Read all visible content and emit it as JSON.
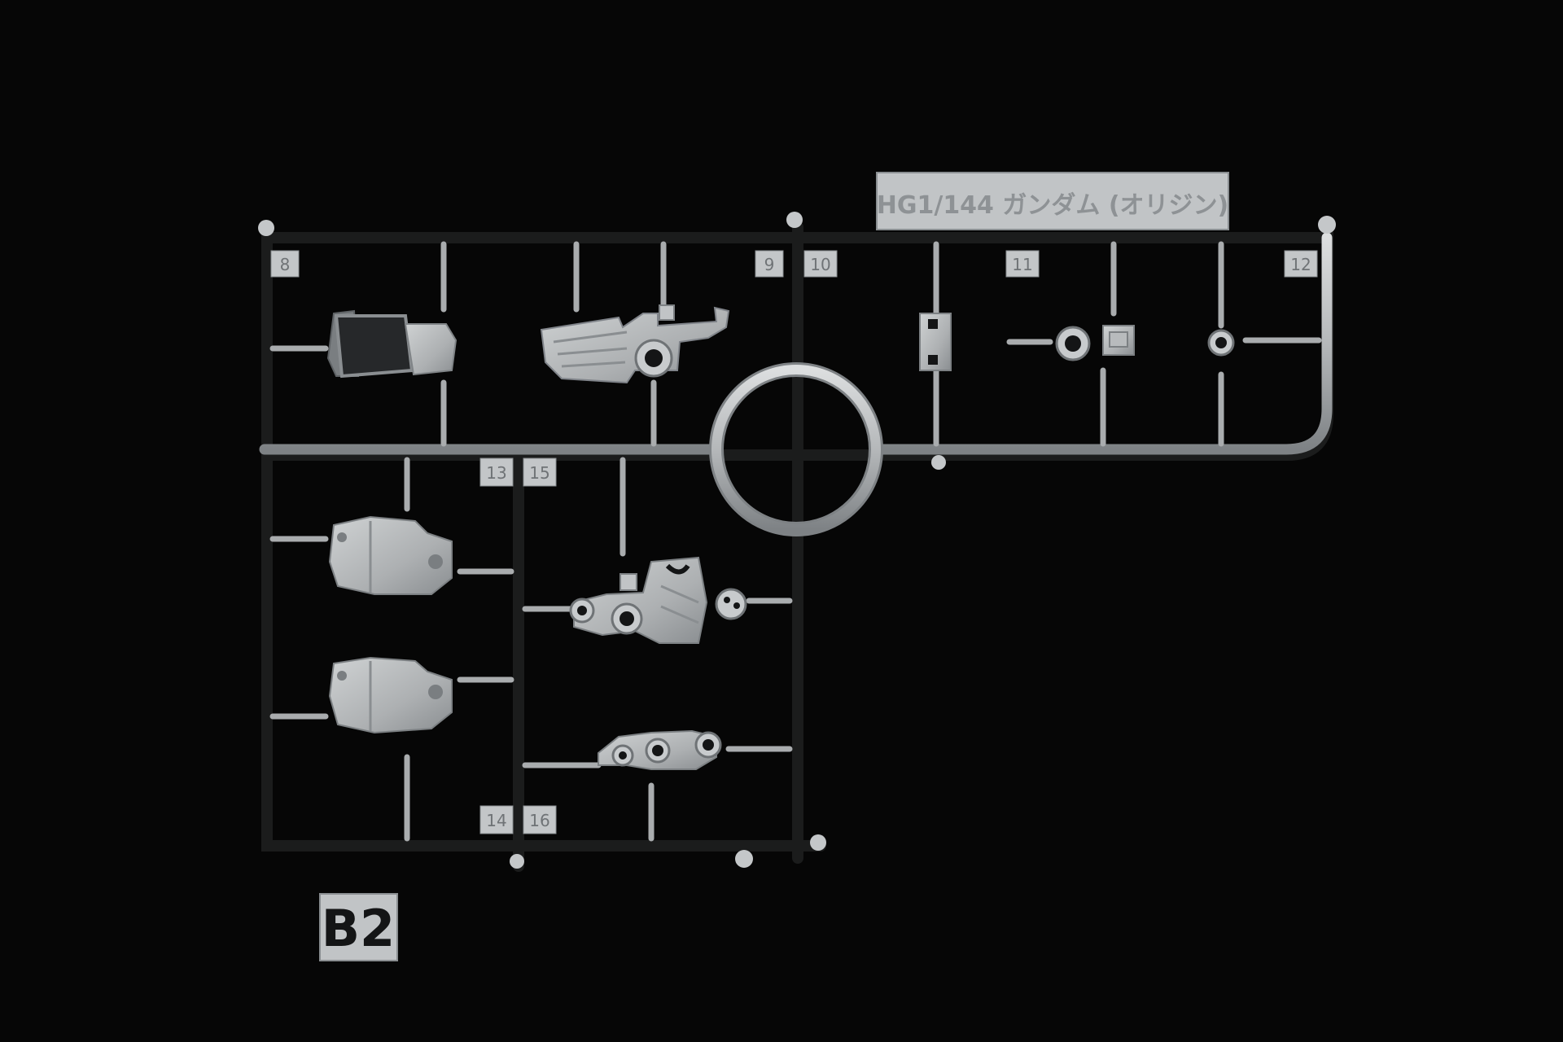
{
  "photo": {
    "background_color": "#060606",
    "plastic_color": "#b4b7b9",
    "plastic_shadow": "#7b7f82",
    "plastic_highlight": "#d9dbdc",
    "engraved_text_color": "#8e9295"
  },
  "name_plate": {
    "text": "HG1/144 ガンダム (オリジン)"
  },
  "runner_tag": {
    "text": "B2"
  },
  "part_numbers": [
    "8",
    "9",
    "10",
    "11",
    "12",
    "13",
    "14",
    "15",
    "16"
  ]
}
